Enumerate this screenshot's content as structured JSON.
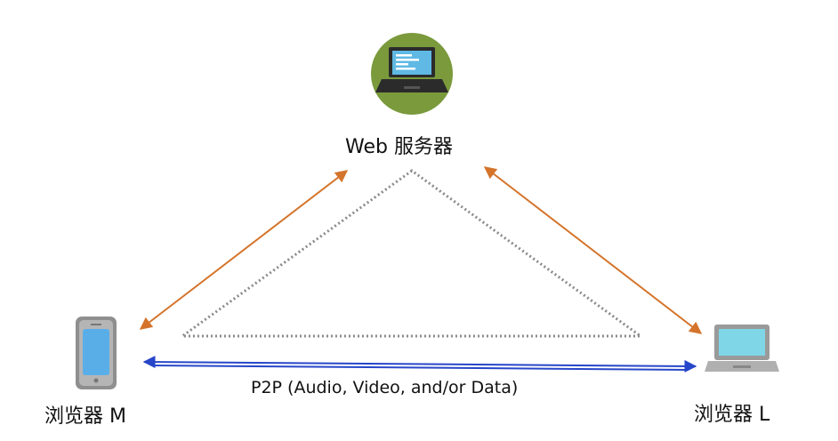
{
  "nodes": {
    "server": {
      "label": "Web 服务器",
      "icon": "laptop-server-icon"
    },
    "browser_m": {
      "label": "浏览器 M",
      "icon": "smartphone-icon"
    },
    "browser_l": {
      "label": "浏览器 L",
      "icon": "laptop-icon"
    }
  },
  "edges": {
    "p2p": {
      "label": "P2P (Audio, Video, and/or Data)"
    }
  },
  "colors": {
    "signaling_arrow": "#d4742b",
    "p2p_arrow": "#2746c9",
    "dotted_triangle": "#8a8a8a",
    "server_circle": "#7a9a3c",
    "screen": "#6fc3e8",
    "device_gray": "#9a9a9a"
  }
}
